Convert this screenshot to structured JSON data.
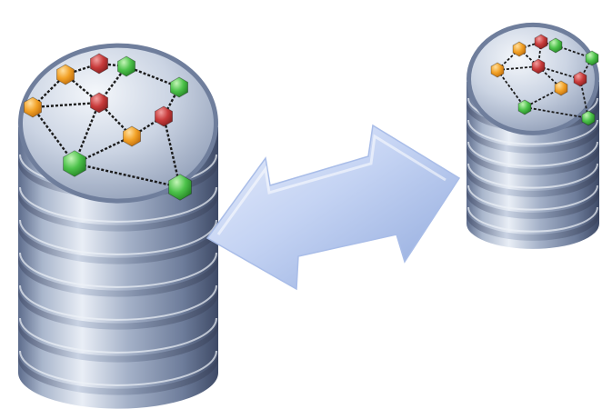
{
  "scene": {
    "background": "#ffffff",
    "databases": [
      {
        "id": "left-database",
        "platter_count": 7,
        "nodes": [
          {
            "id": "n1",
            "color": "orange"
          },
          {
            "id": "n2",
            "color": "red"
          },
          {
            "id": "n3",
            "color": "green"
          },
          {
            "id": "n4",
            "color": "orange"
          },
          {
            "id": "n5",
            "color": "red"
          },
          {
            "id": "n6",
            "color": "green"
          },
          {
            "id": "n7",
            "color": "orange"
          },
          {
            "id": "n8",
            "color": "red"
          },
          {
            "id": "n9",
            "color": "green"
          },
          {
            "id": "n10",
            "color": "green"
          }
        ],
        "links": [
          [
            "n1",
            "n2"
          ],
          [
            "n2",
            "n3"
          ],
          [
            "n1",
            "n4"
          ],
          [
            "n1",
            "n5"
          ],
          [
            "n3",
            "n5"
          ],
          [
            "n5",
            "n7"
          ],
          [
            "n5",
            "n9"
          ],
          [
            "n4",
            "n9"
          ],
          [
            "n7",
            "n8"
          ],
          [
            "n6",
            "n8"
          ],
          [
            "n7",
            "n9"
          ],
          [
            "n8",
            "n10"
          ],
          [
            "n9",
            "n10"
          ],
          [
            "n3",
            "n6"
          ],
          [
            "n4",
            "n5"
          ]
        ]
      },
      {
        "id": "right-database",
        "platter_count": 6,
        "nodes": [
          {
            "id": "m1",
            "color": "orange"
          },
          {
            "id": "m2",
            "color": "red"
          },
          {
            "id": "m3",
            "color": "green"
          },
          {
            "id": "m4",
            "color": "orange"
          },
          {
            "id": "m5",
            "color": "red"
          },
          {
            "id": "m6",
            "color": "green"
          },
          {
            "id": "m7",
            "color": "orange"
          },
          {
            "id": "m8",
            "color": "red"
          },
          {
            "id": "m9",
            "color": "green"
          },
          {
            "id": "m10",
            "color": "green"
          }
        ],
        "links": [
          [
            "m1",
            "m2"
          ],
          [
            "m2",
            "m3"
          ],
          [
            "m3",
            "m6"
          ],
          [
            "m1",
            "m4"
          ],
          [
            "m1",
            "m5"
          ],
          [
            "m2",
            "m5"
          ],
          [
            "m5",
            "m7"
          ],
          [
            "m5",
            "m8"
          ],
          [
            "m4",
            "m9"
          ],
          [
            "m7",
            "m9"
          ],
          [
            "m8",
            "m10"
          ],
          [
            "m9",
            "m10"
          ],
          [
            "m6",
            "m8"
          ],
          [
            "m4",
            "m5"
          ]
        ]
      }
    ],
    "arrow": {
      "type": "bidirectional",
      "color": "#c7d6f4"
    },
    "colors": {
      "cylinder_light": "#dfe6f1",
      "cylinder_mid": "#8fa0bc",
      "cylinder_dark": "#4c5a78",
      "node_orange": "#f2a126",
      "node_red": "#c83b3b",
      "node_green": "#4cc24a"
    }
  }
}
